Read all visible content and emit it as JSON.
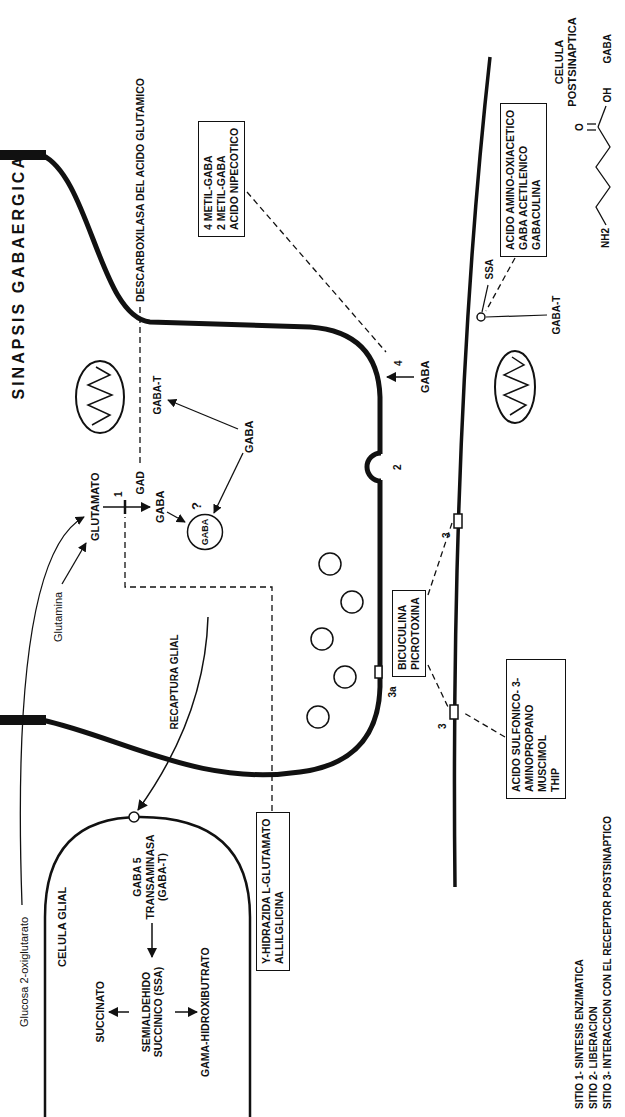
{
  "diagram": {
    "title": "SINAPSIS GABAERGICA",
    "nodes": [
      {
        "text": [
          "Y-HIDRAZIDA L-GLUTAMATO",
          "ALLILGLICINA"
        ]
      },
      {
        "text": [
          "4 METIL-GABA",
          "2 METIL-GABA",
          "ACIDO NIPECOTICO"
        ]
      },
      {
        "text": [
          "BICUCULINA",
          "PICROTOXINA"
        ]
      },
      {
        "text": [
          "ACIDO SULFONICO- 3-AMINOPROPANO",
          "MUSCIMOL",
          "THIP"
        ]
      },
      {
        "text": [
          "ACIDO AMINO-OXIACETICO",
          "GABA ACETILENICO",
          "GABACULINA"
        ]
      },
      {
        "text": [
          "GABA"
        ]
      }
    ],
    "labels": [
      "Glucosa 2-oxiglutarato",
      "Glutamina",
      "GLUTAMATO",
      "DESCARBOXILASA DEL ACIDO GLUTAMICO",
      "GAD",
      "1",
      "GABA",
      "?",
      "GABA-T",
      "GABA",
      "RECAPTURA GLIAL",
      "CELULA GLIAL",
      "SUCCINATO",
      "SEMIALDEHIDO SUCCINICO (SSA)",
      "GAMA-HIDROXIBUTRATO",
      "GABA 5 TRANSAMINASA (GABA-T)",
      "3a",
      "2",
      "4",
      "GABA",
      "3",
      "3",
      "SSA",
      "GABA-T",
      "CELULA POSTSINAPTICA",
      "NH2",
      "O",
      "OH",
      "GABA",
      "SITIO 1- SINTESIS ENZIMATICA",
      "SITIO 2- LIBERACION",
      "SITIO 3- INTERACCION CON EL RECEPTOR POSTSINAPTICO"
    ]
  }
}
